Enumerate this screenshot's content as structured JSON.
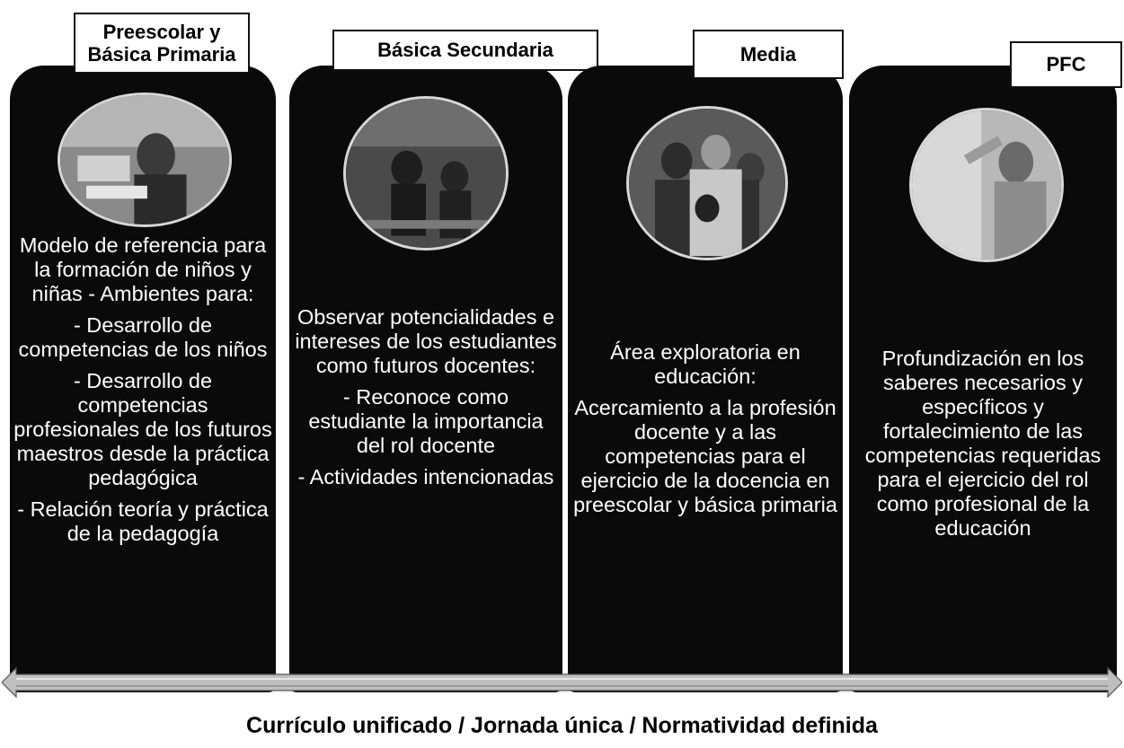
{
  "panels": [
    {
      "label": "Preescolar y Básica Primaria",
      "photo_icon": "child-at-desk-photo",
      "paragraphs": [
        "Modelo de referencia para la formación de niños y niñas - Ambientes para:",
        "- Desarrollo de competencias de los niños",
        "- Desarrollo de competencias profesionales de los futuros maestros desde la práctica pedagógica",
        "- Relación teoría y práctica de la pedagogía"
      ]
    },
    {
      "label": "Básica Secundaria",
      "photo_icon": "classroom-photo",
      "paragraphs": [
        "Observar potencialidades e intereses de los estudiantes como futuros docentes:",
        "- Reconoce como estudiante  la importancia del rol docente",
        "- Actividades intencionadas"
      ]
    },
    {
      "label": "Media",
      "photo_icon": "students-group-photo",
      "paragraphs": [
        "Área exploratoria en educación:",
        "Acercamiento a la profesión docente y a las competencias para el ejercicio de la docencia en preescolar y básica primaria"
      ]
    },
    {
      "label": "PFC",
      "photo_icon": "teacher-at-board-photo",
      "paragraphs": [
        "Profundización en los saberes necesarios y específicos y fortalecimiento de las competencias requeridas para el ejercicio del rol como profesional de la educación"
      ]
    }
  ],
  "footer": "Currículo unificado / Jornada única / Normatividad definida",
  "colors": {
    "panel": "#0a0a0a",
    "arrow": "#bfbfbf",
    "text": "#ffffff"
  }
}
